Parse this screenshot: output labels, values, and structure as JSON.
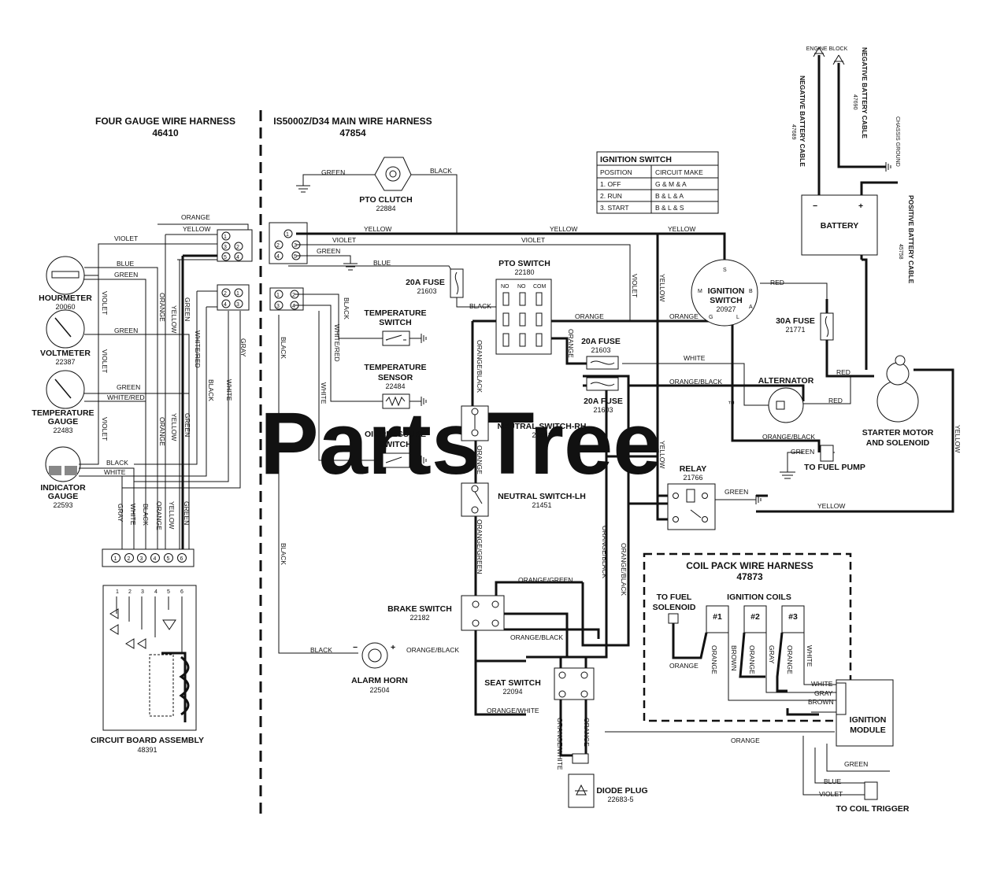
{
  "watermark": "PartsTree",
  "trademark": "™",
  "harnesses": {
    "four_gauge": {
      "title": "FOUR GAUGE WIRE HARNESS",
      "part": "46410"
    },
    "main": {
      "title": "IS5000Z/D34 MAIN WIRE HARNESS",
      "part": "47854"
    },
    "coil_pack": {
      "title": "COIL PACK WIRE HARNESS",
      "part": "47873"
    }
  },
  "ignition_table": {
    "title": "IGNITION SWITCH",
    "headers": [
      "POSITION",
      "CIRCUIT MAKE"
    ],
    "rows": [
      [
        "1. OFF",
        "G & M & A"
      ],
      [
        "2. RUN",
        "B & L & A"
      ],
      [
        "3. START",
        "B & L & S"
      ]
    ]
  },
  "components": {
    "hourmeter": {
      "name": "HOURMETER",
      "part": "20060"
    },
    "voltmeter": {
      "name": "VOLTMETER",
      "part": "22387"
    },
    "temp_gauge": {
      "name1": "TEMPERATURE",
      "name2": "GAUGE",
      "part": "22483"
    },
    "indicator_gauge": {
      "name1": "INDICATOR",
      "name2": "GAUGE",
      "part": "22593"
    },
    "circuit_board": {
      "name": "CIRCUIT BOARD ASSEMBLY",
      "part": "48391"
    },
    "pto_clutch": {
      "name": "PTO CLUTCH",
      "part": "22884"
    },
    "pto_switch": {
      "name": "PTO SWITCH",
      "part": "22180"
    },
    "fuse_20a_top": {
      "name": "20A FUSE",
      "part": "21603"
    },
    "temp_switch": {
      "name1": "TEMPERATURE",
      "name2": "SWITCH"
    },
    "temp_sensor": {
      "name1": "TEMPERATURE",
      "name2": "SENSOR",
      "part": "22484"
    },
    "oil_switch": {
      "name1": "OIL PRESSURE",
      "name2": "SWITCH"
    },
    "neutral_rh": {
      "name": "NEUTRAL SWITCH-RH",
      "part": "21451"
    },
    "neutral_lh": {
      "name": "NEUTRAL SWITCH-LH",
      "part": "21451"
    },
    "brake_switch": {
      "name": "BRAKE SWITCH",
      "part": "22182"
    },
    "alarm_horn": {
      "name": "ALARM HORN",
      "part": "22504"
    },
    "seat_switch": {
      "name": "SEAT SWITCH",
      "part": "22094"
    },
    "diode_plug": {
      "name": "DIODE PLUG",
      "part": "22683-5"
    },
    "ignition_switch": {
      "name1": "IGNITION",
      "name2": "SWITCH",
      "part": "20927"
    },
    "fuse_20a_mid": {
      "name": "20A FUSE",
      "part": "21603"
    },
    "fuse_20a_low": {
      "name": "20A FUSE",
      "part": "21603"
    },
    "fuse_30a": {
      "name": "30A FUSE",
      "part": "21771"
    },
    "alternator": {
      "name": "ALTERNATOR"
    },
    "starter": {
      "name1": "STARTER MOTOR",
      "name2": "AND SOLENOID"
    },
    "fuel_pump": {
      "name": "TO FUEL PUMP"
    },
    "relay": {
      "name": "RELAY",
      "part": "21766"
    },
    "battery": {
      "name": "BATTERY"
    },
    "engine_block": {
      "name": "ENGINE BLOCK"
    },
    "neg_cable_1": {
      "name": "NEGATIVE BATTERY CABLE",
      "part": "47689"
    },
    "neg_cable_2": {
      "name": "NEGATIVE BATTERY CABLE",
      "part": "47690"
    },
    "chassis_ground": {
      "name": "CHASSIS GROUND"
    },
    "pos_cable": {
      "name": "POSITIVE BATTERY CABLE",
      "part": "45758"
    },
    "fuel_solenoid": {
      "name1": "TO FUEL",
      "name2": "SOLENOID"
    },
    "ignition_coils": {
      "name": "IGNITION COILS",
      "c1": "#1",
      "c2": "#2",
      "c3": "#3"
    },
    "ignition_module": {
      "name1": "IGNITION",
      "name2": "MODULE"
    },
    "coil_trigger": {
      "name": "TO COIL TRIGGER"
    }
  },
  "wires": {
    "orange": "ORANGE",
    "yellow": "YELLOW",
    "violet": "VIOLET",
    "blue": "BLUE",
    "green": "GREEN",
    "white_red": "WHITE/RED",
    "black": "BLACK",
    "white": "WHITE",
    "gray": "GRAY",
    "red": "RED",
    "orange_black": "ORANGE/BLACK",
    "orange_green": "ORANGE/GREEN",
    "orange_white": "ORANGE/WHITE",
    "brown": "BROWN"
  },
  "terminal_letters": {
    "s": "S",
    "m": "M",
    "b": "B",
    "a": "A",
    "g": "G",
    "l": "L",
    "minus": "−",
    "plus": "+"
  },
  "pto_switch_terms": {
    "no1": "NO",
    "no2": "NO",
    "com": "COM"
  },
  "connector_numbers": [
    "1",
    "2",
    "3",
    "4",
    "5",
    "6"
  ],
  "circuit_board_pins": [
    "1",
    "2",
    "3",
    "4",
    "5",
    "6"
  ]
}
